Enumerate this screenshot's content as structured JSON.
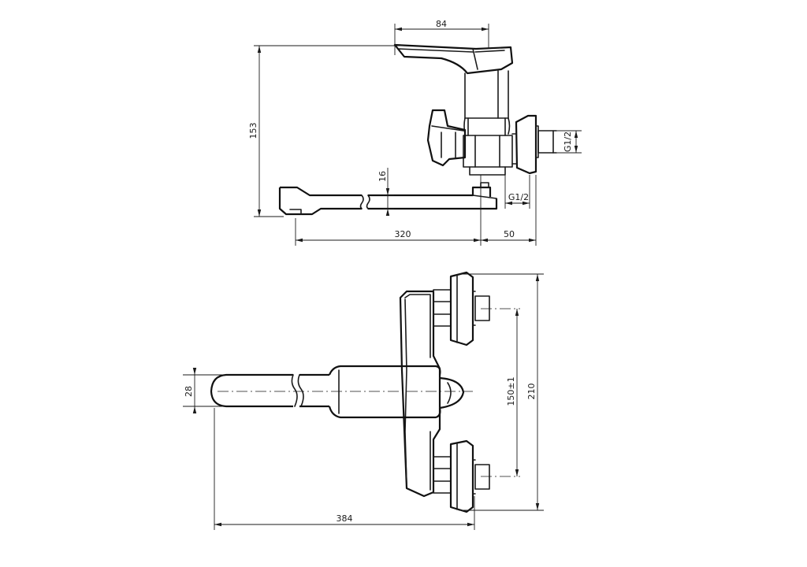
{
  "drawing": {
    "side_view": {
      "dimensions": {
        "lever_length": "84",
        "height": "153",
        "spout_thickness": "16",
        "spout_reach": "320",
        "wall_offset": "50",
        "inlet_thread_vertical": "G1/2",
        "inlet_thread_horizontal": "G1/2"
      }
    },
    "plan_view": {
      "dimensions": {
        "spout_width": "28",
        "inlet_spacing": "150±1",
        "overall_width": "210",
        "overall_length": "384"
      }
    }
  }
}
